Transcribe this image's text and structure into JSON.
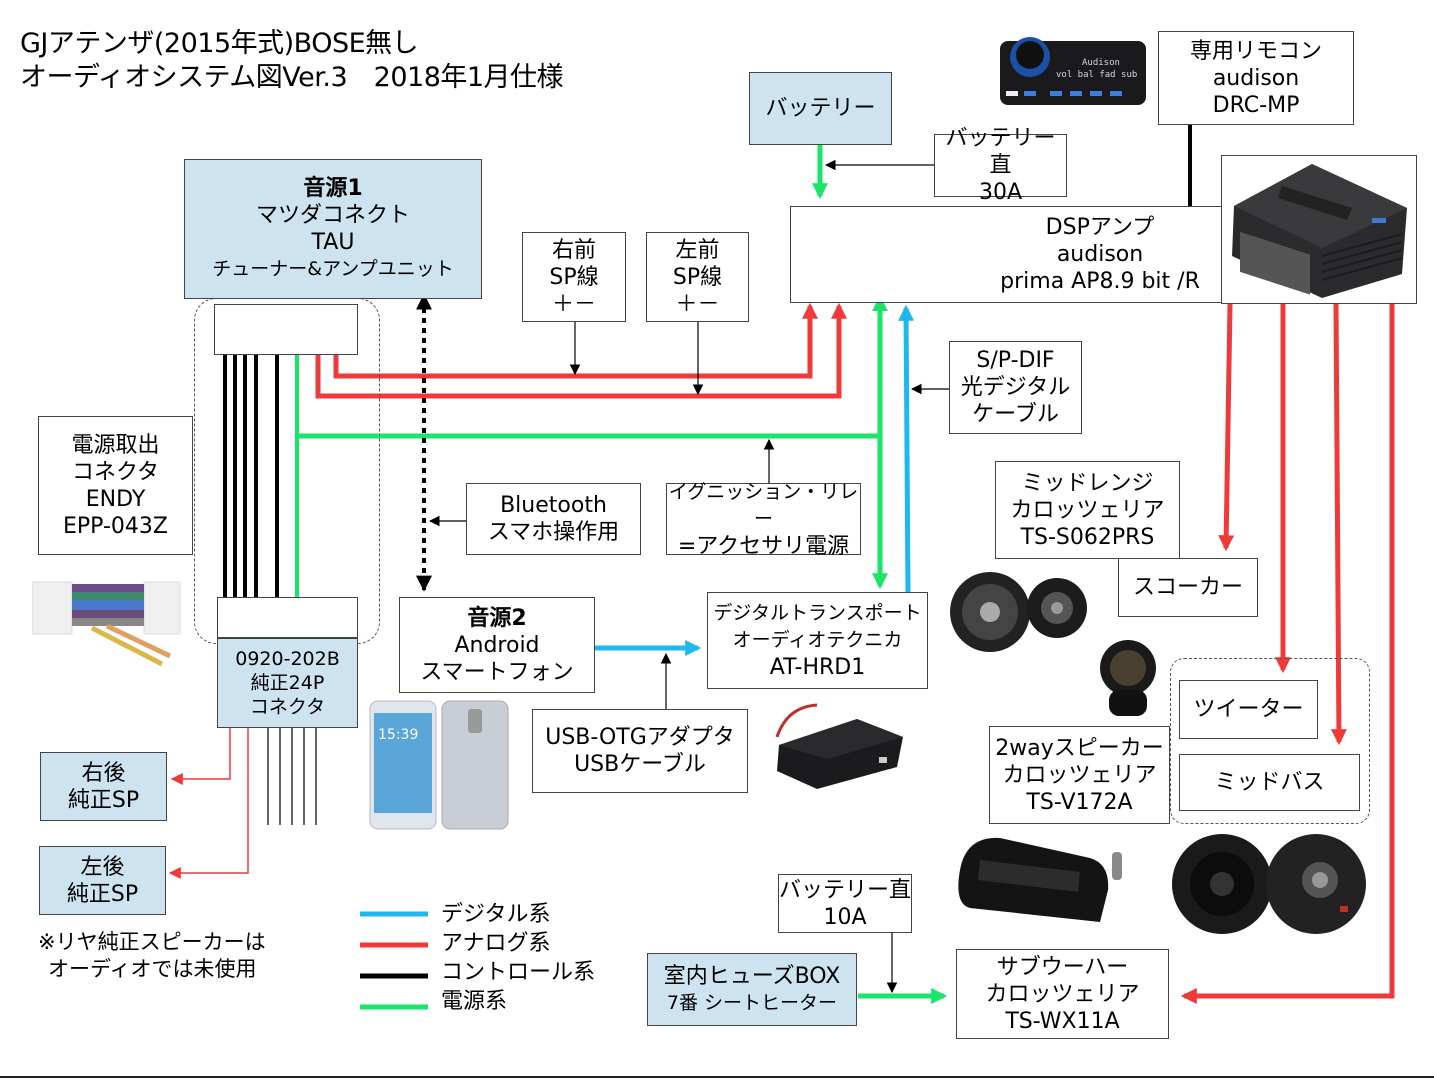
{
  "title": {
    "line1": "GJアテンザ(2015年式)BOSE無し",
    "line2": "オーディオシステム図Ver.3　2018年1月仕様"
  },
  "colors": {
    "digital": "#1fb8ec",
    "analog": "#ee3a3a",
    "control": "#000000",
    "power": "#19e56a",
    "box_fill_blue": "#cde3f0"
  },
  "boxes": {
    "source1": {
      "heading": "音源1",
      "lines": [
        "マツダコネクト",
        "TAU",
        "チューナー&アンプユニット"
      ]
    },
    "right_front_sp": {
      "lines": [
        "右前",
        "SP線",
        "＋－"
      ]
    },
    "left_front_sp": {
      "lines": [
        "左前",
        "SP線",
        "＋－"
      ]
    },
    "battery": {
      "lines": [
        "バッテリー"
      ]
    },
    "battery_direct_30a": {
      "lines": [
        "バッテリー直",
        "30A"
      ]
    },
    "remote": {
      "lines": [
        "専用リモコン",
        "audison",
        "DRC-MP"
      ]
    },
    "dsp_amp": {
      "lines": [
        "DSPアンプ",
        "audison",
        "prima AP8.9 bit /R"
      ]
    },
    "spdif": {
      "lines": [
        "S/P-DIF",
        "光デジタル",
        "ケーブル"
      ]
    },
    "power_connector": {
      "lines": [
        "電源取出",
        "コネクタ",
        "ENDY",
        "EPP-043Z"
      ]
    },
    "bluetooth": {
      "lines": [
        "Bluetooth",
        "スマホ操作用"
      ]
    },
    "ignition": {
      "lines": [
        "イグニッション・リレー",
        "=アクセサリ電源"
      ]
    },
    "midrange": {
      "lines": [
        "ミッドレンジ",
        "カロッツェリア",
        "TS-S062PRS"
      ]
    },
    "squawker": {
      "lines": [
        "スコーカー"
      ]
    },
    "source2": {
      "heading": "音源2",
      "lines": [
        "Android",
        "スマートフォン"
      ]
    },
    "transport": {
      "lines": [
        "デジタルトランスポート",
        "オーディオテクニカ",
        "AT-HRD1"
      ]
    },
    "harness": {
      "lines": [
        "0920-202B",
        "純正24P",
        "コネクタ"
      ]
    },
    "usb_otg": {
      "lines": [
        "USB-OTGアダプタ",
        "USBケーブル"
      ]
    },
    "tweeter": {
      "lines": [
        "ツイーター"
      ]
    },
    "midbass": {
      "lines": [
        "ミッドバス"
      ]
    },
    "twoway": {
      "lines": [
        "2wayスピーカー",
        "カロッツェリア",
        "TS-V172A"
      ]
    },
    "rear_right": {
      "lines": [
        "右後",
        "純正SP"
      ]
    },
    "rear_left": {
      "lines": [
        "左後",
        "純正SP"
      ]
    },
    "battery_direct_10a": {
      "lines": [
        "バッテリー直",
        "10A"
      ]
    },
    "fuse_box": {
      "lines": [
        "室内ヒューズBOX",
        "7番 シートヒーター"
      ]
    },
    "subwoofer": {
      "lines": [
        "サブウーハー",
        "カロッツェリア",
        "TS-WX11A"
      ]
    }
  },
  "note": {
    "line1": "※リヤ純正スピーカーは",
    "line2": "オーディオでは未使用"
  },
  "legend": [
    {
      "label": "デジタル系",
      "color_key": "digital"
    },
    {
      "label": "アナログ系",
      "color_key": "analog"
    },
    {
      "label": "コントロール系",
      "color_key": "control"
    },
    {
      "label": "電源系",
      "color_key": "power"
    }
  ],
  "images": {
    "remote_photo": "audison DRC-MP remote",
    "remote_screen_line1": "Audison",
    "remote_screen_line2": "vol bal fad sub",
    "amp_photo": "audison prima amplifier",
    "harness_photo": "power connector harness",
    "phone_photo": "Android smartphone",
    "phone_clock": "15:39",
    "transport_photo": "AT-HRD1 unit",
    "midrange_photo": "midrange speakers",
    "tweeter_photo": "tweeter",
    "sub_photo": "subwoofer with remote",
    "midbass_photo": "midbass speakers"
  }
}
